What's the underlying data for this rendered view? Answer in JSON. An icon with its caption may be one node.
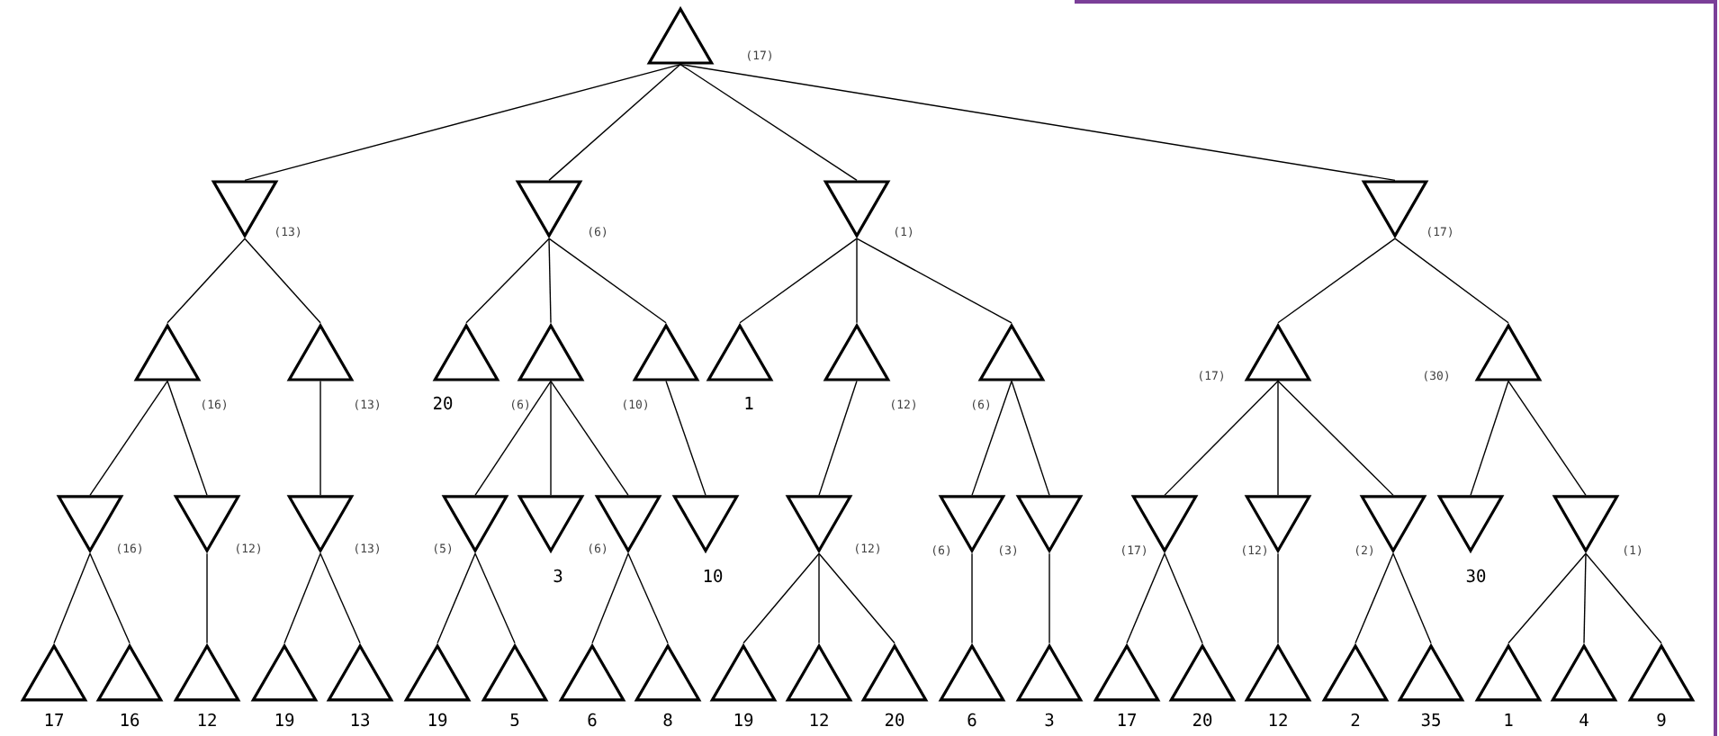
{
  "diagram": {
    "nodes": [
      {
        "text": [],
        "shape": "triangle",
        "beside": [
          "(17)"
        ]
      },
      {
        "text": [],
        "shape": "triangle",
        "beside": [
          "(13)"
        ]
      },
      {
        "text": [],
        "shape": "triangle",
        "beside": [
          "(6)"
        ]
      },
      {
        "text": [],
        "shape": "triangle",
        "beside": [
          "(1)"
        ]
      },
      {
        "text": [],
        "shape": "triangle",
        "beside": [
          "(17)"
        ]
      },
      {
        "text": [],
        "shape": "triangle",
        "beside": [
          "(16)"
        ]
      },
      {
        "text": [],
        "shape": "triangle",
        "beside": [
          "(13)"
        ]
      },
      {
        "text": [],
        "shape": "triangle",
        "beside": [
          "20"
        ]
      },
      {
        "text": [],
        "shape": "triangle",
        "beside": [
          "(6)"
        ]
      },
      {
        "text": [],
        "shape": "triangle",
        "beside": [
          "(10)"
        ]
      },
      {
        "text": [],
        "shape": "triangle",
        "beside": [
          "1"
        ]
      },
      {
        "text": [],
        "shape": "triangle",
        "beside": [
          "(12)"
        ]
      },
      {
        "text": [],
        "shape": "triangle",
        "beside": [
          "(6)"
        ]
      },
      {
        "text": [],
        "shape": "triangle",
        "beside": [
          "(17)"
        ]
      },
      {
        "text": [],
        "shape": "triangle",
        "beside": [
          "(30)"
        ]
      },
      {
        "text": [],
        "shape": "triangle",
        "beside": [
          "(16)"
        ]
      },
      {
        "text": [],
        "shape": "triangle",
        "beside": [
          "(12)"
        ]
      },
      {
        "text": [],
        "shape": "triangle",
        "beside": [
          "(13)"
        ]
      },
      {
        "text": [],
        "shape": "triangle",
        "beside": [
          "(5)"
        ]
      },
      {
        "text": [],
        "shape": "triangle",
        "beside": [
          "3"
        ]
      },
      {
        "text": [],
        "shape": "triangle",
        "beside": [
          "(6)"
        ]
      },
      {
        "text": [],
        "shape": "triangle",
        "beside": [
          "10"
        ]
      },
      {
        "text": [],
        "shape": "triangle",
        "beside": [
          "(12)"
        ]
      },
      {
        "text": [],
        "shape": "triangle",
        "beside": [
          "(6)"
        ]
      },
      {
        "text": [],
        "shape": "triangle",
        "beside": [
          "(3)"
        ]
      },
      {
        "text": [],
        "shape": "triangle",
        "beside": [
          "(17)"
        ]
      },
      {
        "text": [],
        "shape": "triangle",
        "beside": [
          "(12)"
        ]
      },
      {
        "text": [],
        "shape": "triangle",
        "beside": [
          "(2)"
        ]
      },
      {
        "text": [],
        "shape": "triangle",
        "beside": [
          "30"
        ]
      },
      {
        "text": [],
        "shape": "triangle",
        "beside": [
          "(1)"
        ]
      },
      {
        "text": [],
        "shape": "triangle",
        "beside": [
          "17"
        ]
      },
      {
        "text": [],
        "shape": "triangle",
        "beside": [
          "16"
        ]
      },
      {
        "text": [],
        "shape": "triangle",
        "beside": [
          "12"
        ]
      },
      {
        "text": [],
        "shape": "triangle",
        "beside": [
          "19"
        ]
      },
      {
        "text": [],
        "shape": "triangle",
        "beside": [
          "13"
        ]
      },
      {
        "text": [],
        "shape": "triangle",
        "beside": [
          "19"
        ]
      },
      {
        "text": [],
        "shape": "triangle",
        "beside": [
          "5"
        ]
      },
      {
        "text": [],
        "shape": "triangle",
        "beside": [
          "6"
        ]
      },
      {
        "text": [],
        "shape": "triangle",
        "beside": [
          "8"
        ]
      },
      {
        "text": [],
        "shape": "triangle",
        "beside": [
          "19"
        ]
      },
      {
        "text": [],
        "shape": "triangle",
        "beside": [
          "12"
        ]
      },
      {
        "text": [],
        "shape": "triangle",
        "beside": [
          "20"
        ]
      },
      {
        "text": [],
        "shape": "triangle",
        "beside": [
          "6"
        ]
      },
      {
        "text": [],
        "shape": "triangle",
        "beside": [
          "3"
        ]
      },
      {
        "text": [],
        "shape": "triangle",
        "beside": [
          "17"
        ]
      },
      {
        "text": [],
        "shape": "triangle",
        "beside": [
          "20"
        ]
      },
      {
        "text": [],
        "shape": "triangle",
        "beside": [
          "12"
        ]
      },
      {
        "text": [],
        "shape": "triangle",
        "beside": [
          "2"
        ]
      },
      {
        "text": [],
        "shape": "triangle",
        "beside": [
          "35"
        ]
      },
      {
        "text": [],
        "shape": "triangle",
        "beside": [
          "1"
        ]
      },
      {
        "text": [],
        "shape": "triangle",
        "beside": [
          "4"
        ]
      },
      {
        "text": [],
        "shape": "triangle",
        "beside": [
          "9"
        ]
      }
    ],
    "edges": [
      {
        "from": 0,
        "to": 1,
        "arrow": "none"
      },
      {
        "from": 0,
        "to": 2,
        "arrow": "none"
      },
      {
        "from": 0,
        "to": 3,
        "arrow": "none"
      },
      {
        "from": 0,
        "to": 4,
        "arrow": "none"
      },
      {
        "from": 1,
        "to": 5,
        "arrow": "none"
      },
      {
        "from": 1,
        "to": 6,
        "arrow": "none"
      },
      {
        "from": 2,
        "to": 7,
        "arrow": "none"
      },
      {
        "from": 2,
        "to": 8,
        "arrow": "none"
      },
      {
        "from": 2,
        "to": 9,
        "arrow": "none"
      },
      {
        "from": 3,
        "to": 10,
        "arrow": "none"
      },
      {
        "from": 3,
        "to": 11,
        "arrow": "none"
      },
      {
        "from": 3,
        "to": 12,
        "arrow": "none"
      },
      {
        "from": 4,
        "to": 13,
        "arrow": "none"
      },
      {
        "from": 4,
        "to": 14,
        "arrow": "none"
      },
      {
        "from": 5,
        "to": 15,
        "arrow": "none"
      },
      {
        "from": 5,
        "to": 16,
        "arrow": "none"
      },
      {
        "from": 6,
        "to": 17,
        "arrow": "none"
      },
      {
        "from": 8,
        "to": 18,
        "arrow": "none"
      },
      {
        "from": 8,
        "to": 19,
        "arrow": "none"
      },
      {
        "from": 8,
        "to": 20,
        "arrow": "none"
      },
      {
        "from": 9,
        "to": 21,
        "arrow": "none"
      },
      {
        "from": 11,
        "to": 22,
        "arrow": "none"
      },
      {
        "from": 12,
        "to": 23,
        "arrow": "none"
      },
      {
        "from": 12,
        "to": 24,
        "arrow": "none"
      },
      {
        "from": 13,
        "to": 25,
        "arrow": "none"
      },
      {
        "from": 13,
        "to": 26,
        "arrow": "none"
      },
      {
        "from": 13,
        "to": 27,
        "arrow": "none"
      },
      {
        "from": 14,
        "to": 28,
        "arrow": "none"
      },
      {
        "from": 14,
        "to": 29,
        "arrow": "none"
      },
      {
        "from": 15,
        "to": 30,
        "arrow": "none"
      },
      {
        "from": 15,
        "to": 31,
        "arrow": "none"
      },
      {
        "from": 16,
        "to": 32,
        "arrow": "none"
      },
      {
        "from": 17,
        "to": 33,
        "arrow": "none"
      },
      {
        "from": 17,
        "to": 34,
        "arrow": "none"
      },
      {
        "from": 18,
        "to": 35,
        "arrow": "none"
      },
      {
        "from": 18,
        "to": 36,
        "arrow": "none"
      },
      {
        "from": 20,
        "to": 37,
        "arrow": "none"
      },
      {
        "from": 20,
        "to": 38,
        "arrow": "none"
      },
      {
        "from": 22,
        "to": 39,
        "arrow": "none"
      },
      {
        "from": 22,
        "to": 40,
        "arrow": "none"
      },
      {
        "from": 22,
        "to": 41,
        "arrow": "none"
      },
      {
        "from": 23,
        "to": 42,
        "arrow": "none"
      },
      {
        "from": 24,
        "to": 43,
        "arrow": "none"
      },
      {
        "from": 25,
        "to": 44,
        "arrow": "none"
      },
      {
        "from": 25,
        "to": 45,
        "arrow": "none"
      },
      {
        "from": 26,
        "to": 46,
        "arrow": "none"
      },
      {
        "from": 27,
        "to": 47,
        "arrow": "none"
      },
      {
        "from": 27,
        "to": 48,
        "arrow": "none"
      },
      {
        "from": 29,
        "to": 49,
        "arrow": "none"
      },
      {
        "from": 29,
        "to": 50,
        "arrow": "none"
      },
      {
        "from": 29,
        "to": 51,
        "arrow": "none"
      }
    ]
  }
}
